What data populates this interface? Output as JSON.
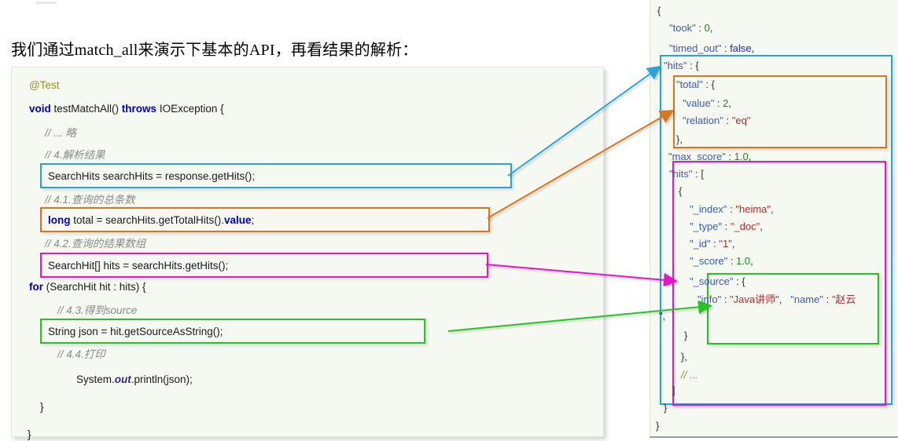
{
  "document": {
    "paragraph": "我们通过match_all来演示下基本的API，再看结果的解析："
  },
  "code_block": {
    "language": "java",
    "lines": [
      {
        "id": "l1",
        "text": "@Test"
      },
      {
        "id": "l2",
        "text": "void testMatchAll() throws IOException {"
      },
      {
        "id": "l3",
        "text": "// ... 略"
      },
      {
        "id": "l4",
        "text": "// 4.解析结果"
      },
      {
        "id": "l5",
        "text": "SearchHits searchHits = response.getHits();"
      },
      {
        "id": "l6",
        "text": "// 4.1.查询的总条数"
      },
      {
        "id": "l7",
        "text": "long total = searchHits.getTotalHits().value;"
      },
      {
        "id": "l8",
        "text": "// 4.2.查询的结果数组"
      },
      {
        "id": "l9",
        "text": "SearchHit[] hits = searchHits.getHits();"
      },
      {
        "id": "l10",
        "text": "for (SearchHit hit : hits) {"
      },
      {
        "id": "l11",
        "text": "// 4.3.得到source"
      },
      {
        "id": "l12",
        "text": "String json = hit.getSourceAsString();"
      },
      {
        "id": "l13",
        "text": "// 4.4.打印"
      },
      {
        "id": "l14",
        "text": "System.out.println(json);"
      },
      {
        "id": "l15",
        "text": "}"
      },
      {
        "id": "l16",
        "text": "}"
      }
    ],
    "tokens": {
      "annotation_test": "@Test",
      "kw_void": "void",
      "sig_testmatchall": " testMatchAll() ",
      "kw_throws": "throws",
      "sig_ioexception": " IOException {",
      "comment_omitted": "// ... 略",
      "comment_parse_result": "// 4.解析结果",
      "stmt_searchhits": "SearchHits searchHits = response.getHits();",
      "comment_total_count": "// 4.1.查询的总条数",
      "kw_long": "long",
      "stmt_total_mid": " total = searchHits.getTotalHits().",
      "field_value": "value",
      "semicolon": ";",
      "comment_result_array": "// 4.2.查询的结果数组",
      "stmt_searchhit_arr": "SearchHit[] hits = searchHits.getHits();",
      "kw_for": "for",
      "for_rest": " (SearchHit hit : hits) {",
      "comment_get_source": "// 4.3.得到source",
      "stmt_string_json": "String json = hit.getSourceAsString();",
      "comment_print": "// 4.4.打印",
      "print_system": "System.",
      "print_out": "out",
      "print_rest": ".println(json);",
      "close_brace_inner": "}",
      "close_brace_outer": "}"
    }
  },
  "json_panel": {
    "lines": [
      {
        "id": "j1",
        "text": "{"
      },
      {
        "id": "j2",
        "key": "\"took\"",
        "sep": " : ",
        "val": "0",
        "tail": ","
      },
      {
        "id": "j3",
        "key": "\"timed_out\"",
        "sep": " : ",
        "val": "false",
        "tail": ","
      },
      {
        "id": "j4",
        "key": "\"hits\"",
        "sep": " : ",
        "val": "{",
        "tail": ""
      },
      {
        "id": "j5",
        "key": "\"total\"",
        "sep": " : ",
        "val": "{",
        "tail": ""
      },
      {
        "id": "j6",
        "key": "\"value\"",
        "sep": " : ",
        "val": "2",
        "tail": ","
      },
      {
        "id": "j7",
        "key": "\"relation\"",
        "sep": " : ",
        "val": "\"eq\"",
        "tail": ""
      },
      {
        "id": "j8",
        "text": "},"
      },
      {
        "id": "j9",
        "key": "\"max_score\"",
        "sep": " : ",
        "val": "1.0",
        "tail": ","
      },
      {
        "id": "j10",
        "key": "\"hits\"",
        "sep": " : ",
        "val": "[",
        "tail": ""
      },
      {
        "id": "j11",
        "text": "{"
      },
      {
        "id": "j12",
        "key": "\"_index\"",
        "sep": " : ",
        "val": "\"heima\"",
        "tail": ","
      },
      {
        "id": "j13",
        "key": "\"_type\"",
        "sep": " : ",
        "val": "\"_doc\"",
        "tail": ","
      },
      {
        "id": "j14",
        "key": "\"_id\"",
        "sep": " : ",
        "val": "\"1\"",
        "tail": ","
      },
      {
        "id": "j15",
        "key": "\"_score\"",
        "sep": " : ",
        "val": "1.0",
        "tail": ","
      },
      {
        "id": "j16",
        "key": "\"_source\"",
        "sep": " : ",
        "val": "{",
        "tail": ""
      },
      {
        "id": "j17",
        "key": "\"info\"",
        "sep": " : ",
        "val": "\"Java讲师\"",
        "tail": ",",
        "key2": "\"name\"",
        "sep2": " : ",
        "val2": "\"赵云"
      },
      {
        "id": "j18",
        "text": "\","
      },
      {
        "id": "j19",
        "text": "}"
      },
      {
        "id": "j20",
        "text": "},"
      },
      {
        "id": "j21",
        "text": "// ..."
      },
      {
        "id": "j22",
        "text": "]"
      },
      {
        "id": "j23",
        "text": "}"
      },
      {
        "id": "j24",
        "text": "}"
      }
    ]
  },
  "annotations": {
    "colors": {
      "cyan": "#29a5d4",
      "orange": "#d9751c",
      "magenta": "#e515c8",
      "green": "#28c228"
    },
    "mappings": [
      {
        "name": "searchhits-to-hits",
        "color": "cyan",
        "from": "SearchHits searchHits = response.getHits();",
        "to": "\"hits\" : {"
      },
      {
        "name": "total-to-total",
        "color": "orange",
        "from": "long total = searchHits.getTotalHits().value;",
        "to": "\"total\" : {"
      },
      {
        "name": "hitsarray-to-hitsarr",
        "color": "magenta",
        "from": "SearchHit[] hits = searchHits.getHits();",
        "to": "\"hits\" : ["
      },
      {
        "name": "json-to-source",
        "color": "green",
        "from": "String json = hit.getSourceAsString();",
        "to": "\"_source\" : {"
      }
    ]
  }
}
